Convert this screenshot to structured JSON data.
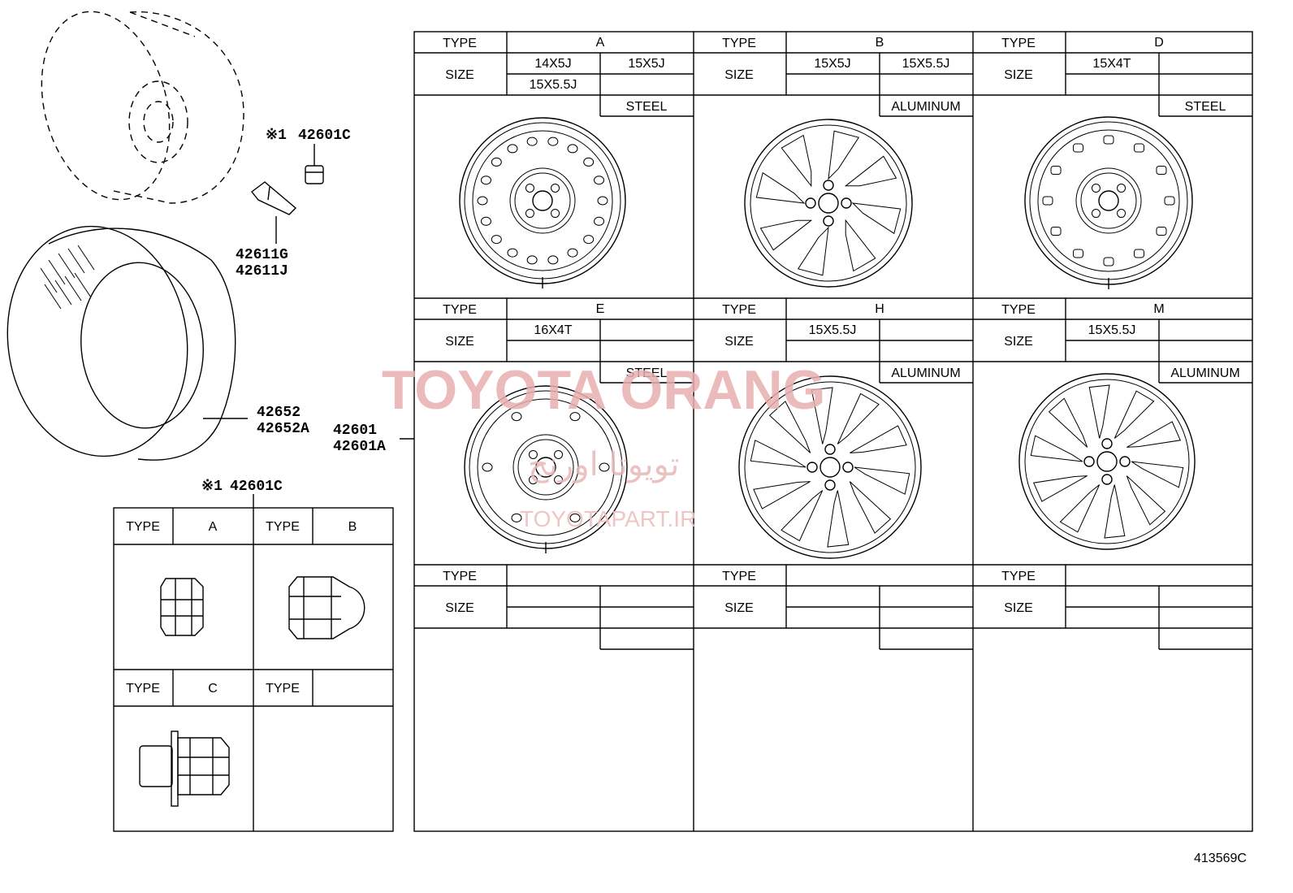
{
  "parts": {
    "valve_note": "※1",
    "valve_cap": "42601C",
    "valve_1": "42611G",
    "valve_2": "42611J",
    "tire_1": "42652",
    "tire_2": "42652A",
    "wheel_1": "42601",
    "wheel_2": "42601A",
    "nut_note": "※1",
    "nut_part": "42601C"
  },
  "labels": {
    "type": "TYPE",
    "size": "SIZE"
  },
  "nuts": [
    {
      "type": "A"
    },
    {
      "type": "B"
    },
    {
      "type": "C"
    },
    {
      "type": ""
    }
  ],
  "wheels": [
    {
      "type": "A",
      "sizes": [
        "14X5J",
        "15X5J",
        "15X5.5J",
        ""
      ],
      "material": "STEEL",
      "icon": "steel-wheel-icon"
    },
    {
      "type": "B",
      "sizes": [
        "15X5J",
        "15X5.5J",
        "",
        ""
      ],
      "material": "ALUMINUM",
      "icon": "alloy-wheel-icon"
    },
    {
      "type": "D",
      "sizes": [
        "15X4T",
        "",
        "",
        ""
      ],
      "material": "STEEL",
      "icon": "steel-wheel-icon"
    },
    {
      "type": "E",
      "sizes": [
        "16X4T",
        "",
        "",
        ""
      ],
      "material": "STEEL",
      "icon": "spare-wheel-icon"
    },
    {
      "type": "H",
      "sizes": [
        "15X5.5J",
        "",
        "",
        ""
      ],
      "material": "ALUMINUM",
      "icon": "alloy-wheel-icon"
    },
    {
      "type": "M",
      "sizes": [
        "15X5.5J",
        "",
        "",
        ""
      ],
      "material": "ALUMINUM",
      "icon": "alloy-wheel-icon"
    },
    {
      "type": "",
      "sizes": [
        "",
        "",
        "",
        ""
      ],
      "material": "",
      "icon": ""
    },
    {
      "type": "",
      "sizes": [
        "",
        "",
        "",
        ""
      ],
      "material": "",
      "icon": ""
    },
    {
      "type": "",
      "sizes": [
        "",
        "",
        "",
        ""
      ],
      "material": "",
      "icon": ""
    }
  ],
  "watermark": {
    "line1": "TOYOTA ORANG",
    "line2": "تویوتا اورنج",
    "line3": "TOYOTAPART.IR"
  },
  "illustration_id": "413569C"
}
